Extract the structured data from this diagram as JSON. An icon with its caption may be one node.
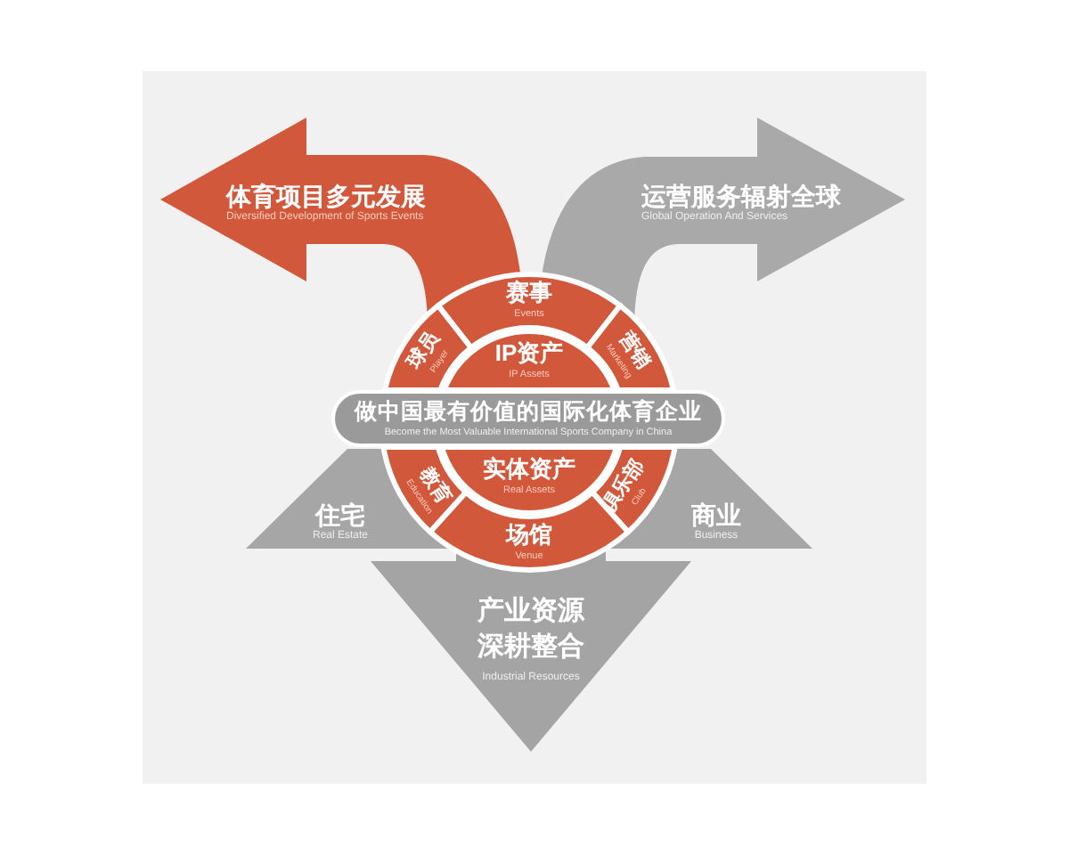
{
  "diagram": {
    "nodes": [
      {
        "text": [
          "体育项目多元发展",
          "Diversified Development of Sports Events"
        ]
      },
      {
        "text": [
          "运营服务辐射全球",
          "Global Operation And Services"
        ]
      },
      {
        "text": [
          "赛事",
          "Events"
        ]
      },
      {
        "text": [
          "球员",
          "Player"
        ]
      },
      {
        "text": [
          "IP资产",
          "IP Assets"
        ]
      },
      {
        "text": [
          "营销",
          "Marketing"
        ]
      },
      {
        "text": [
          "做中国最有价值的国际化体育企业",
          "Become the Most Valuable International Sports Company in China"
        ]
      },
      {
        "text": [
          "教育",
          "Education"
        ]
      },
      {
        "text": [
          "实体资产",
          "Real Assets"
        ]
      },
      {
        "text": [
          "俱乐部",
          "Club"
        ]
      },
      {
        "text": [
          "住宅",
          "Real Estate"
        ]
      },
      {
        "text": [
          "商业",
          "Business"
        ]
      },
      {
        "text": [
          "场馆",
          "Venue"
        ]
      },
      {
        "text": [
          "产业资源深耕整合",
          "Industrial Resources"
        ]
      }
    ]
  }
}
